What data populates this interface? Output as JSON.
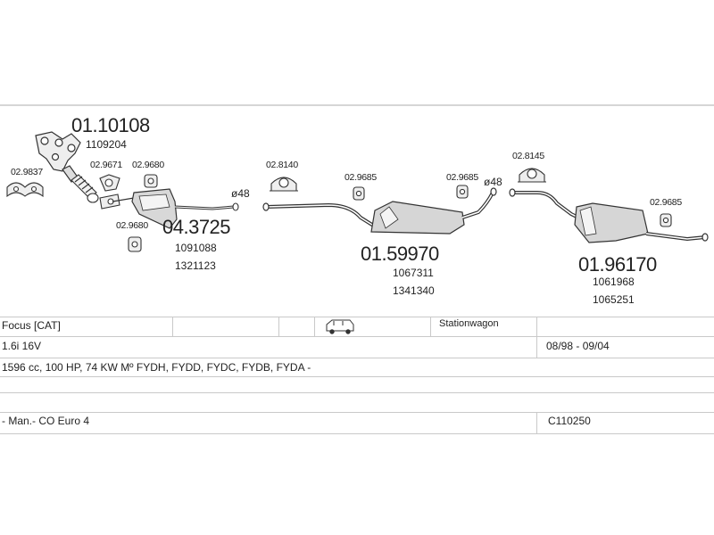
{
  "parts": {
    "manifold": {
      "number": "01.10108",
      "ref": "1109204"
    },
    "gasket_left": {
      "number": "02.9837"
    },
    "gasket_flex": {
      "number": "02.9671"
    },
    "hanger_front_top": {
      "number": "02.9680"
    },
    "hanger_front_bottom": {
      "number": "02.9680"
    },
    "catalyst": {
      "number": "04.3725",
      "refs": [
        "1091088",
        "1321123"
      ]
    },
    "diameter_front": {
      "text": "ø48"
    },
    "clamp_middle": {
      "number": "02.8140"
    },
    "hanger_middle_left": {
      "number": "02.9685"
    },
    "hanger_middle_right": {
      "number": "02.9685"
    },
    "diameter_middle": {
      "text": "ø48"
    },
    "middle_silencer": {
      "number": "01.59970",
      "refs": [
        "1067311",
        "1341340"
      ]
    },
    "clamp_rear": {
      "number": "02.8145"
    },
    "hanger_rear": {
      "number": "02.9685"
    },
    "rear_silencer": {
      "number": "01.96170",
      "refs": [
        "1061968",
        "1065251"
      ]
    }
  },
  "vehicle": {
    "model": "Focus  [CAT]",
    "body_type": "Stationwagon",
    "engine": "1.6i 16V",
    "years": "08/98 - 09/04",
    "specs": "1596 cc, 100 HP, 74 KW Mº FYDH, FYDD, FYDC, FYDB, FYDA -",
    "transmission": "- Man.- CO Euro 4",
    "code": "C110250"
  },
  "icons": {
    "car": "station-wagon-icon"
  }
}
